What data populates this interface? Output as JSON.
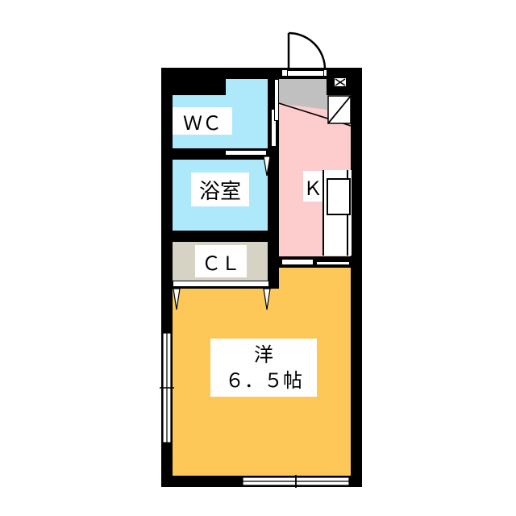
{
  "floorplan": {
    "rooms": [
      {
        "id": "wc",
        "label": "ＷＣ",
        "color": "#aee9fb"
      },
      {
        "id": "bath",
        "label": "浴室",
        "color": "#aee9fb"
      },
      {
        "id": "closet",
        "label": "ＣＬ",
        "color": "#d6d2c4"
      },
      {
        "id": "kitchen",
        "label": "Ｋ",
        "color": "#fdcccc"
      },
      {
        "id": "western-room",
        "label": "洋",
        "size_label": "６．５帖",
        "color": "#fdc858"
      },
      {
        "id": "entrance",
        "label": "",
        "color": "#c0c0c0"
      }
    ],
    "colors": {
      "wall": "#000000",
      "background": "#ffffff"
    }
  }
}
